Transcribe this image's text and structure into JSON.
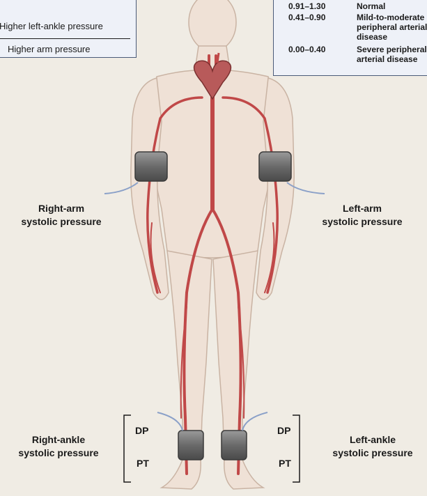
{
  "formula_box": {
    "numerator": "Higher left-ankle pressure",
    "denominator": "Higher arm pressure"
  },
  "reference_table": [
    {
      "range": "0.91–1.30",
      "interpretation": "Normal"
    },
    {
      "range": "0.41–0.90",
      "interpretation": "Mild-to-moderate peripheral arterial disease"
    },
    {
      "range": "0.00–0.40",
      "interpretation": "Severe peripheral arterial disease"
    }
  ],
  "labels": {
    "right_arm": [
      "Right-arm",
      "systolic pressure"
    ],
    "left_arm": [
      "Left-arm",
      "systolic pressure"
    ],
    "right_ankle": [
      "Right-ankle",
      "systolic pressure"
    ],
    "left_ankle": [
      "Left-ankle",
      "systolic pressure"
    ]
  },
  "cuff_labels": {
    "right": [
      "DP",
      "PT"
    ],
    "left": [
      "DP",
      "PT"
    ]
  },
  "colors": {
    "background": "#f0ece4",
    "skin": "#efe1d6",
    "artery": "#c04848",
    "cuff": "#6f6f6f",
    "box_fill": "#eef1f8",
    "box_border": "#4a5a78"
  },
  "icons": [
    "heart-icon",
    "blood-pressure-cuff-icon"
  ]
}
